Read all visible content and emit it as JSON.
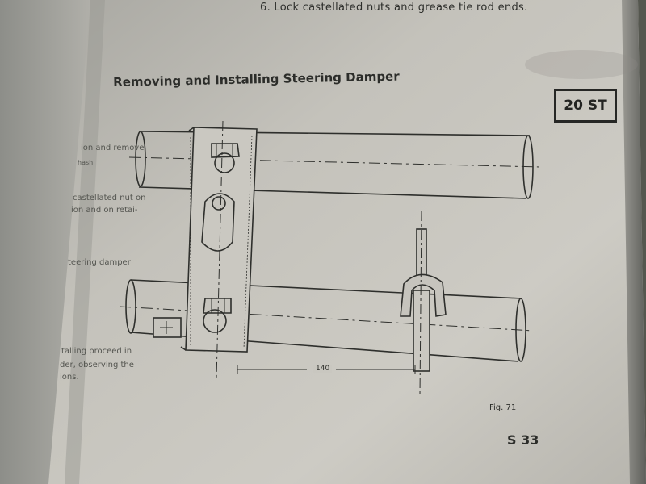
{
  "page": {
    "top_step": "6. Lock castellated nuts and grease tie rod ends.",
    "title": "Removing and Installing Steering Damper",
    "section_code": "20 ST",
    "figure_label": "Fig. 71",
    "page_number": "S 33",
    "dimension_label": "140"
  },
  "margin_fragments": [
    "ion and remove",
    "hash",
    "castellated nut on",
    "ion and on retai-",
    "teering damper",
    "talling proceed in",
    "der, observing the",
    "ions."
  ],
  "colors": {
    "paper": "#c9c7c0",
    "ink": "#2c2d2a",
    "background": "#4a4c48"
  }
}
